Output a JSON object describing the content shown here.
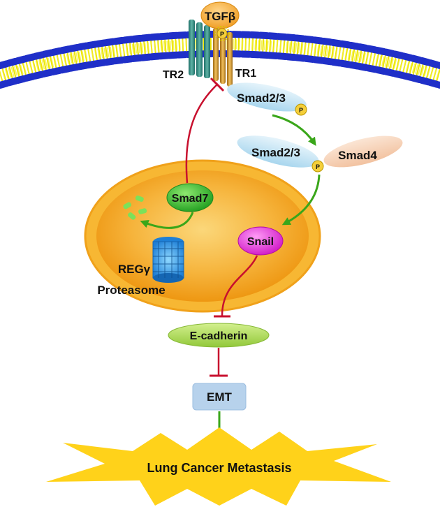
{
  "labels": {
    "ligand": "TGFβ",
    "phospho": "P",
    "receptor_2": "TR2",
    "receptor_1": "TR1",
    "smad23": "Smad2/3",
    "smad23_complex": "Smad2/3",
    "smad4": "Smad4",
    "smad7": "Smad7",
    "snail": "Snail",
    "regy": "REGγ",
    "proteasome": "Proteasome",
    "ecadherin": "E-cadherin",
    "emt": "EMT",
    "outcome": "Lung Cancer Metastasis"
  },
  "colors": {
    "activation_arrow": "#3aa61a",
    "inhibition_line": "#c8102e",
    "membrane_head": "#1f2fc8",
    "membrane_tail": "#e8e000",
    "nucleus": "#f4a21e",
    "smad_oval": "#b9dff2",
    "smad7_oval": "#2db52d",
    "snail_oval": "#e02fd8",
    "ecadherin_oval": "#a8d84a",
    "emt_box": "#b7d2ec",
    "outcome_star": "#ffd21a"
  }
}
